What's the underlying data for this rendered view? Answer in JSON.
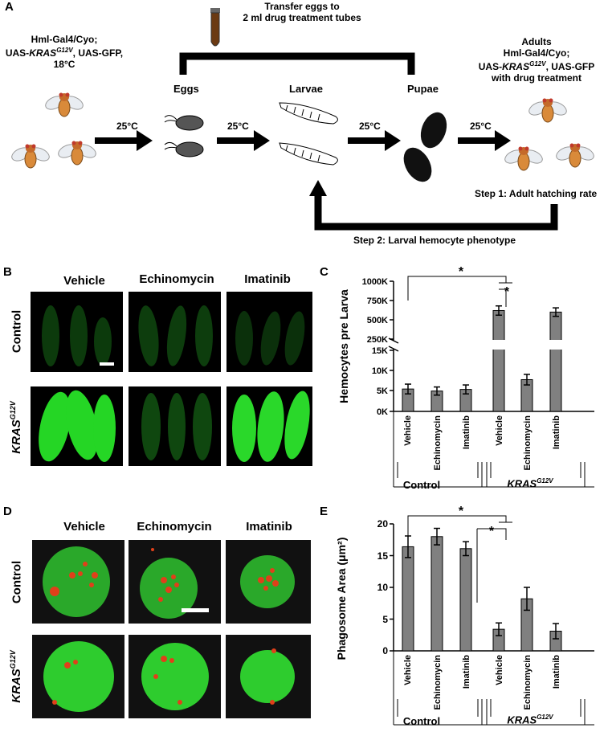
{
  "panelA": {
    "letter": "A",
    "transfer_line1": "Transfer eggs to",
    "transfer_line2": "2 ml drug treatment tubes",
    "parents_line1": "Hml-Gal4/Cyo;",
    "parents_line2_pre": "UAS-",
    "parents_line2_gene": "KRAS",
    "parents_line2_sup": "G12V",
    "parents_line2_post": ", UAS-GFP,",
    "parents_line3": "18°C",
    "stage_eggs": "Eggs",
    "stage_larvae": "Larvae",
    "stage_pupae": "Pupae",
    "adults_line1": "Adults",
    "adults_line2": "Hml-Gal4/Cyo;",
    "adults_line3_pre": "UAS-",
    "adults_line3_gene": "KRAS",
    "adults_line3_sup": "G12V",
    "adults_line3_post": ", UAS-GFP",
    "adults_line4": "with drug treatment",
    "temp": "25°C",
    "step1": "Step 1: Adult hatching rate",
    "step2": "Step 2: Larval hemocyte phenotype"
  },
  "panelB": {
    "letter": "B",
    "cols": [
      "Vehicle",
      "Echinomycin",
      "Imatinib"
    ],
    "row_control": "Control",
    "row_kras_gene": "KRAS",
    "row_kras_sup": "G12V"
  },
  "panelC": {
    "letter": "C",
    "ylabel": "Hemocytes pre Larva",
    "yticks_upper": [
      "1000K",
      "750K",
      "500K",
      "250K"
    ],
    "yticks_lower": [
      "15K",
      "10K",
      "5K",
      "0K"
    ],
    "xcats": [
      "Vehicle",
      "Echinomycin",
      "Imatinib",
      "Vehicle",
      "Echinomycin",
      "Imatinib"
    ],
    "group_control": "Control",
    "group_kras_gene": "KRAS",
    "group_kras_sup": "G12V",
    "star": "*"
  },
  "panelD": {
    "letter": "D",
    "cols": [
      "Vehicle",
      "Echinomycin",
      "Imatinib"
    ],
    "row_control": "Control",
    "row_kras_gene": "KRAS",
    "row_kras_sup": "G12V"
  },
  "panelE": {
    "letter": "E",
    "ylabel": "Phagosome Area (μm²)",
    "yticks": [
      "20",
      "15",
      "10",
      "5",
      "0"
    ],
    "xcats": [
      "Vehicle",
      "Echinomycin",
      "Imatinib",
      "Vehicle",
      "Echinomycin",
      "Imatinib"
    ],
    "group_control": "Control",
    "group_kras_gene": "KRAS",
    "group_kras_sup": "G12V",
    "star": "*"
  },
  "chart_data": [
    {
      "type": "bar",
      "ylabel": "Hemocytes pre Larva",
      "axis_break": true,
      "categories": [
        "Vehicle",
        "Echinomycin",
        "Imatinib",
        "Vehicle",
        "Echinomycin",
        "Imatinib"
      ],
      "groups": [
        "Control",
        "KRAS G12V"
      ],
      "values": [
        5500,
        5000,
        5400,
        620000,
        7800,
        600000
      ],
      "errors": [
        1200,
        1000,
        1100,
        60000,
        1300,
        55000
      ],
      "colors": {
        "bar": "#808080",
        "stroke": "#000000"
      }
    },
    {
      "type": "bar",
      "ylabel": "Phagosome Area (μm²)",
      "ylim": [
        0,
        20
      ],
      "categories": [
        "Vehicle",
        "Echinomycin",
        "Imatinib",
        "Vehicle",
        "Echinomycin",
        "Imatinib"
      ],
      "groups": [
        "Control",
        "KRAS G12V"
      ],
      "values": [
        16.4,
        18.0,
        16.1,
        3.4,
        8.2,
        3.1
      ],
      "errors": [
        1.7,
        1.3,
        1.1,
        1.0,
        1.8,
        1.2
      ],
      "colors": {
        "bar": "#808080",
        "stroke": "#000000"
      }
    }
  ]
}
